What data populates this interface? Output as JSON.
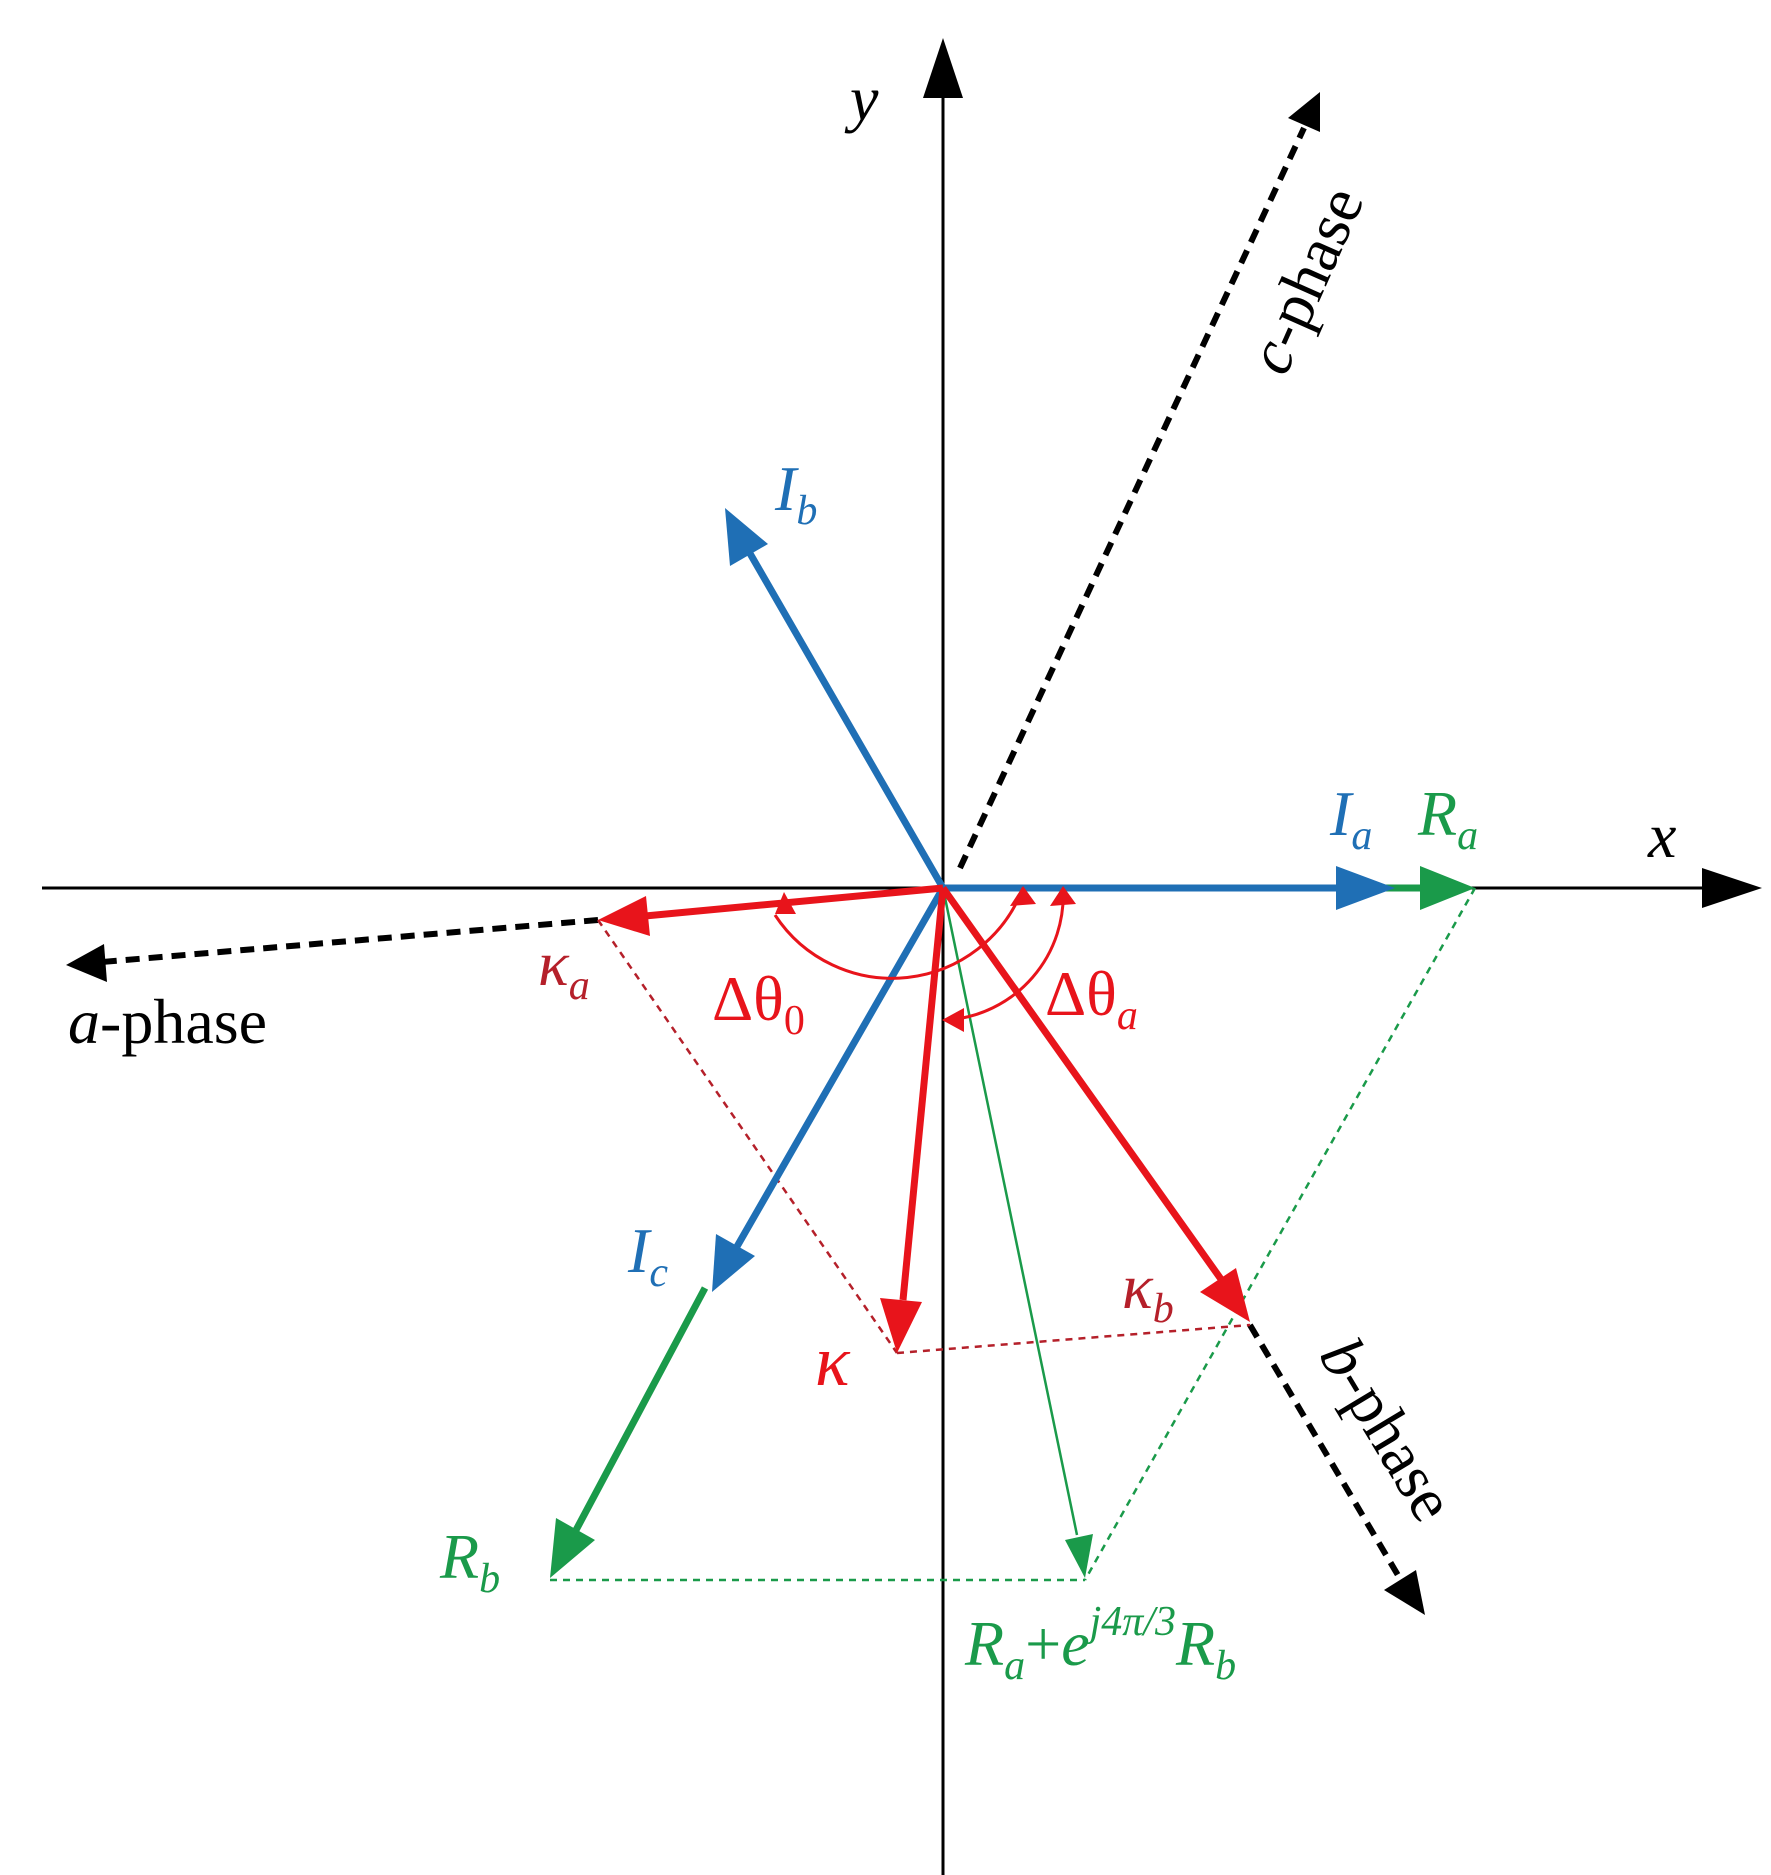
{
  "colors": {
    "axis": "#000000",
    "current": "#1f6fb5",
    "resistance": "#1a9a4a",
    "kappa": "#e8141b",
    "kappa_dash": "#b5202a"
  },
  "axes": {
    "x_label": "x",
    "y_label": "y"
  },
  "phases": {
    "a": {
      "letter": "a",
      "suffix": "-phase"
    },
    "b": {
      "letter": "b",
      "suffix": "-phase"
    },
    "c": {
      "letter": "c",
      "suffix": "-phase"
    }
  },
  "currents": {
    "Ia": {
      "main": "I",
      "sub": "a"
    },
    "Ib": {
      "main": "I",
      "sub": "b"
    },
    "Ic": {
      "main": "I",
      "sub": "c"
    }
  },
  "resistances": {
    "Ra": {
      "main": "R",
      "sub": "a"
    },
    "Rb": {
      "main": "R",
      "sub": "b"
    },
    "sum": {
      "R1": "R",
      "sub1": "a",
      "plus": "+",
      "e": "e",
      "exp": "j4π/3",
      "R2": "R",
      "sub2": "b"
    }
  },
  "kappa": {
    "k": "κ",
    "ka": {
      "main": "κ",
      "sub": "a"
    },
    "kb": {
      "main": "κ",
      "sub": "b"
    }
  },
  "angles": {
    "dtheta0": {
      "main": "Δθ",
      "sub": "0"
    },
    "dthetaa": {
      "main": "Δθ",
      "sub": "a"
    }
  }
}
